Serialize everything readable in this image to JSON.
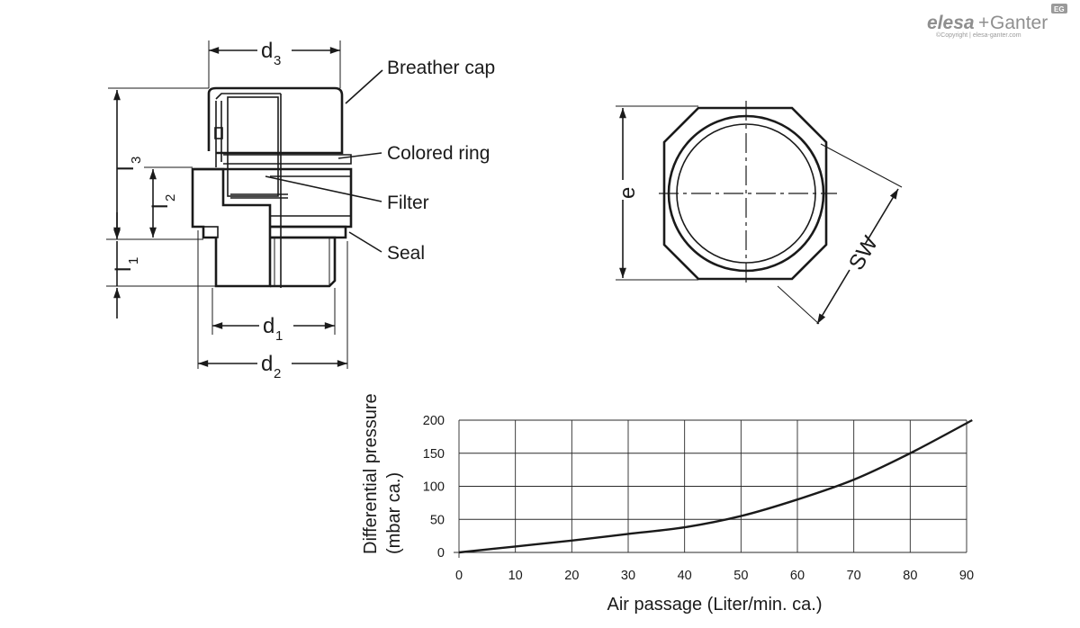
{
  "brand": {
    "name_primary": "elesa",
    "name_join": "+",
    "name_secondary": "Ganter",
    "badge": "EG",
    "copyright": "©Copyright | elesa-ganter.com"
  },
  "labels": {
    "breather_cap": "Breather cap",
    "colored_ring": "Colored ring",
    "filter": "Filter",
    "seal": "Seal"
  },
  "dimensions": {
    "d3": {
      "main": "d",
      "sub": "3"
    },
    "d1": {
      "main": "d",
      "sub": "1"
    },
    "d2": {
      "main": "d",
      "sub": "2"
    },
    "l3": {
      "main": "l",
      "sub": "3"
    },
    "l2": {
      "main": "l",
      "sub": "2"
    },
    "l1": {
      "main": "l",
      "sub": "1"
    },
    "e": "e",
    "sw": "SW"
  },
  "chart_data": {
    "type": "line",
    "xlabel": "Air passage (Liter/min. ca.)",
    "ylabel_line1": "Differential pressure",
    "ylabel_line2": "(mbar ca.)",
    "xlim": [
      0,
      90
    ],
    "ylim": [
      0,
      200
    ],
    "xticks": [
      0,
      10,
      20,
      30,
      40,
      50,
      60,
      70,
      80,
      90
    ],
    "yticks": [
      0,
      50,
      100,
      150,
      200
    ],
    "grid": true,
    "series": [
      {
        "x": [
          0,
          10,
          20,
          30,
          40,
          50,
          60,
          70,
          80,
          91
        ],
        "y": [
          0,
          9,
          18,
          28,
          38,
          55,
          80,
          110,
          150,
          200
        ]
      }
    ]
  }
}
